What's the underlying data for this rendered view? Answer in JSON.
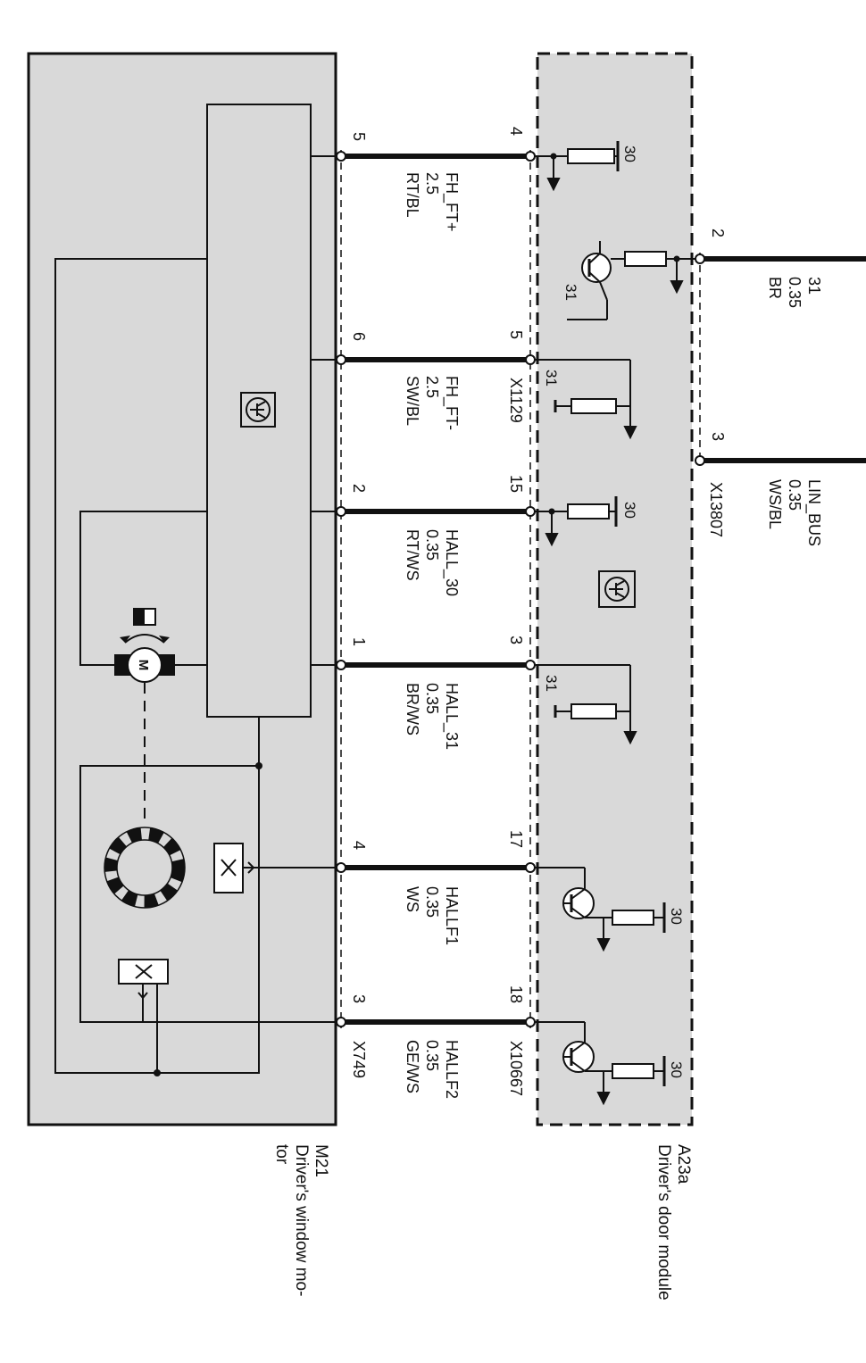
{
  "module_a23a": {
    "id": "A23a",
    "name": "Driver's door module",
    "connector_right_1": "X13807",
    "connector_left": "X1129",
    "connector_left_bottom": "X10667"
  },
  "motor_m21": {
    "id": "M21",
    "name_line1": "Driver's window mo-",
    "name_line2": "tor",
    "connector": "X749"
  },
  "wires": [
    {
      "signal": "FH_FT+",
      "gauge": "2.5",
      "color": "RT/BL",
      "pin_module": "4",
      "pin_motor": "5"
    },
    {
      "signal": "FH_FT-",
      "gauge": "2.5",
      "color": "SW/BL",
      "pin_module": "5",
      "pin_motor": "6"
    },
    {
      "signal": "HALL_30",
      "gauge": "0.35",
      "color": "RT/WS",
      "pin_module": "15",
      "pin_motor": "2"
    },
    {
      "signal": "HALL_31",
      "gauge": "0.35",
      "color": "BR/WS",
      "pin_module": "3",
      "pin_motor": "1"
    },
    {
      "signal": "HALLF1",
      "gauge": "0.35",
      "color": "WS",
      "pin_module": "17",
      "pin_motor": "4"
    },
    {
      "signal": "HALLF2",
      "gauge": "0.35",
      "color": "GE/WS",
      "pin_module": "18",
      "pin_motor": "3"
    }
  ],
  "external_wires": [
    {
      "signal": "31",
      "gauge": "0.35",
      "color": "BR",
      "pin": "2"
    },
    {
      "signal": "LIN_BUS",
      "gauge": "0.35",
      "color": "WS/BL",
      "pin": "3"
    }
  ],
  "supply_labels": {
    "plus": "30",
    "ground": "31"
  }
}
